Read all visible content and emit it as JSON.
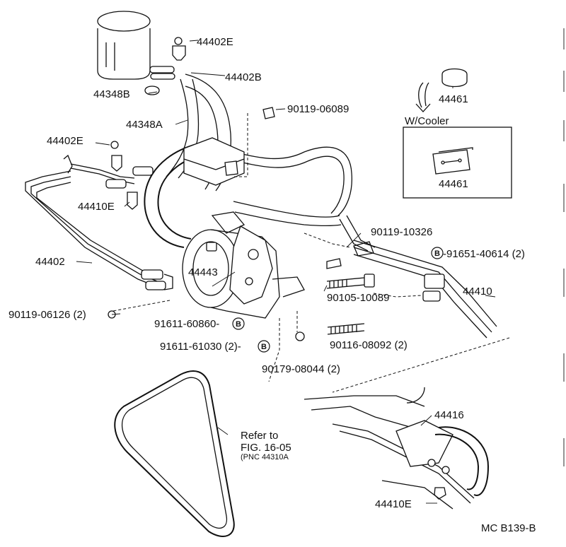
{
  "labels": {
    "p44402E_top": "44402E",
    "p44402B": "44402B",
    "p44348B": "44348B",
    "p44348A": "44348A",
    "p44402E_left": "44402E",
    "p44410E_left": "44410E",
    "p44402": "44402",
    "p90119_06126": "90119-06126 (2)",
    "p90119_06089": "90119-06089",
    "p44443": "44443",
    "p91611_60860": "91611-60860-",
    "p91611_61030": "91611-61030 (2)-",
    "p90179_08044": "90179-08044 (2)",
    "p90119_10326": "90119-10326",
    "p91651_40614": "-91651-40614 (2)",
    "p90105_10089": "90105-10089",
    "p44410": "44410",
    "p90116_08092": "90116-08092 (2)",
    "p44461_top": "44461",
    "w_cooler": "W/Cooler",
    "p44461_box": "44461",
    "p44416": "44416",
    "p44410E_bottom": "44410E",
    "refer_line1": "Refer to",
    "refer_line2": "FIG. 16-05",
    "refer_line3": "(PNC 44310A",
    "figure_code": "MC B139-B"
  },
  "badges": {
    "b_symbol": "B"
  }
}
